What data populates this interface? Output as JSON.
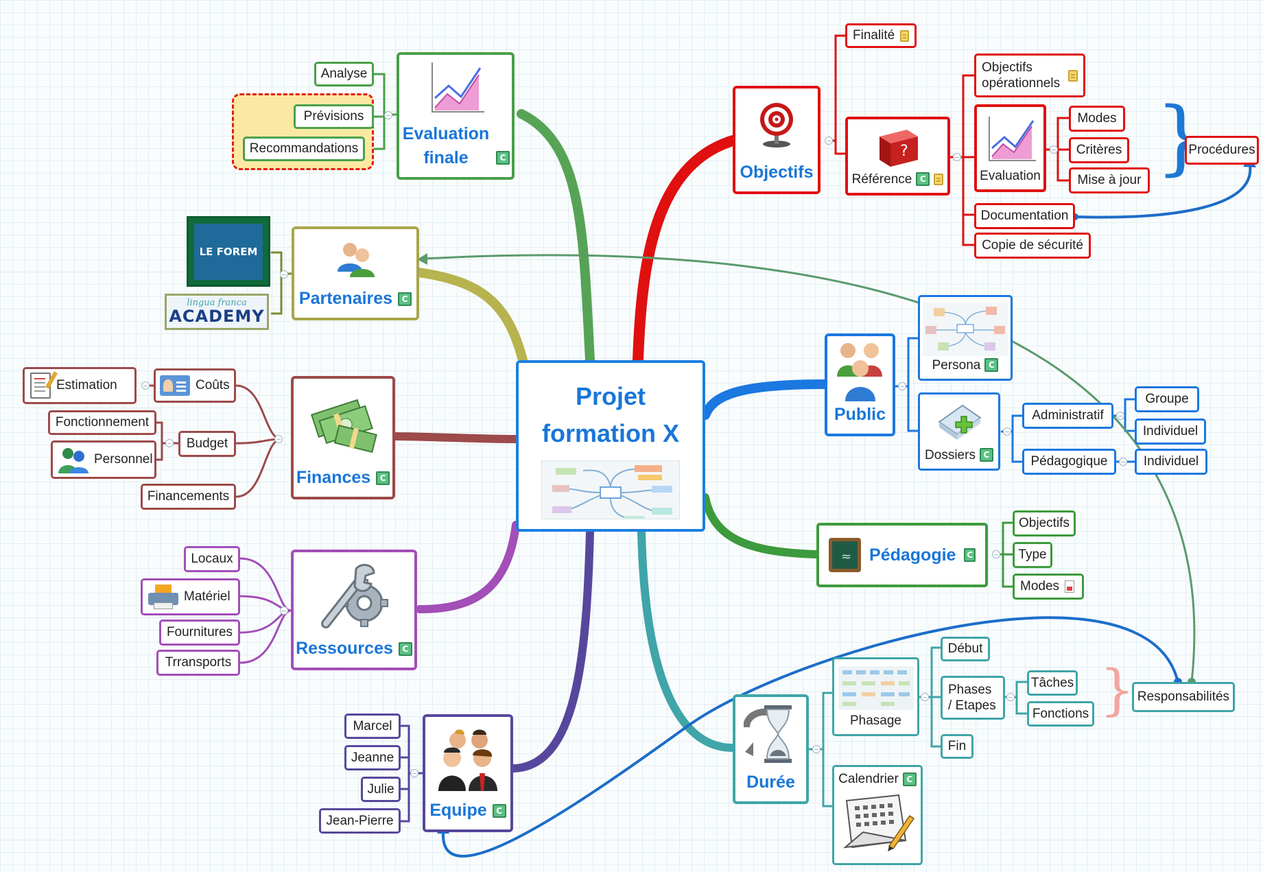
{
  "center": {
    "title": "Projet formation X",
    "thumbnail": "mindmap-thumbnail"
  },
  "colors": {
    "objectifs": "#e01010",
    "evaluation": "#4aa04a",
    "partenaires": "#a9a64a",
    "finances": "#9c4a4a",
    "ressources": "#a24fb7",
    "equipe": "#56479c",
    "duree": "#3fa5a8",
    "pedagogie": "#3d9a3d",
    "public": "#1a78e0",
    "link": "#1d6dc9"
  },
  "branches": {
    "objectifs": {
      "title": "Objectifs",
      "icon": "target-icon",
      "children": {
        "finalite": "Finalité",
        "reference": "Référence",
        "objectifs_operationnels": "Objectifs opérationnels",
        "evaluation": "Evaluation",
        "modes": "Modes",
        "criteres": "Critères",
        "mise_a_jour": "Mise à jour",
        "documentation": "Documentation",
        "copie_securite": "Copie de sécurité",
        "procedures": "Procédures"
      }
    },
    "evaluation_finale": {
      "title": "Evaluation finale",
      "icon": "chart-icon",
      "children": {
        "analyse": "Analyse",
        "previsions": "Prévisions",
        "recommandations": "Recommandations"
      }
    },
    "partenaires": {
      "title": "Partenaires",
      "icon": "people-icon",
      "logos": {
        "forem": "LE FOREM",
        "academy_script": "lingua franca",
        "academy": "ACADEMY"
      }
    },
    "finances": {
      "title": "Finances",
      "icon": "money-icon",
      "children": {
        "couts": "Coûts",
        "estimation": "Estimation",
        "budget": "Budget",
        "fonctionnement": "Fonctionnement",
        "personnel": "Personnel",
        "financements": "Financements"
      }
    },
    "ressources": {
      "title": "Ressources",
      "icon": "wrench-gear-icon",
      "children": {
        "locaux": "Locaux",
        "materiel": "Matériel",
        "fournitures": "Fournitures",
        "transports": "Trransports"
      }
    },
    "equipe": {
      "title": "Equipe",
      "icon": "team-icon",
      "children": {
        "marcel": "Marcel",
        "jeanne": "Jeanne",
        "julie": "Julie",
        "jean_pierre": "Jean-Pierre"
      }
    },
    "duree": {
      "title": "Durée",
      "icon": "hourglass-icon",
      "children": {
        "phasage": "Phasage",
        "debut": "Début",
        "phases_etapes": "Phases / Etapes",
        "fin": "Fin",
        "taches": "Tâches",
        "fonctions": "Fonctions",
        "responsabilites": "Responsabilités",
        "calendrier": "Calendrier"
      }
    },
    "pedagogie": {
      "title": "Pédagogie",
      "icon": "blackboard-icon",
      "children": {
        "objectifs": "Objectifs",
        "type": "Type",
        "modes": "Modes"
      }
    },
    "public": {
      "title": "Public",
      "icon": "group-icon",
      "children": {
        "persona": "Persona",
        "dossiers": "Dossiers",
        "administratif": "Administratif",
        "groupe": "Groupe",
        "individuel_admin": "Individuel",
        "pedagogique": "Pédagogique",
        "individuel_peda": "Individuel"
      }
    }
  }
}
